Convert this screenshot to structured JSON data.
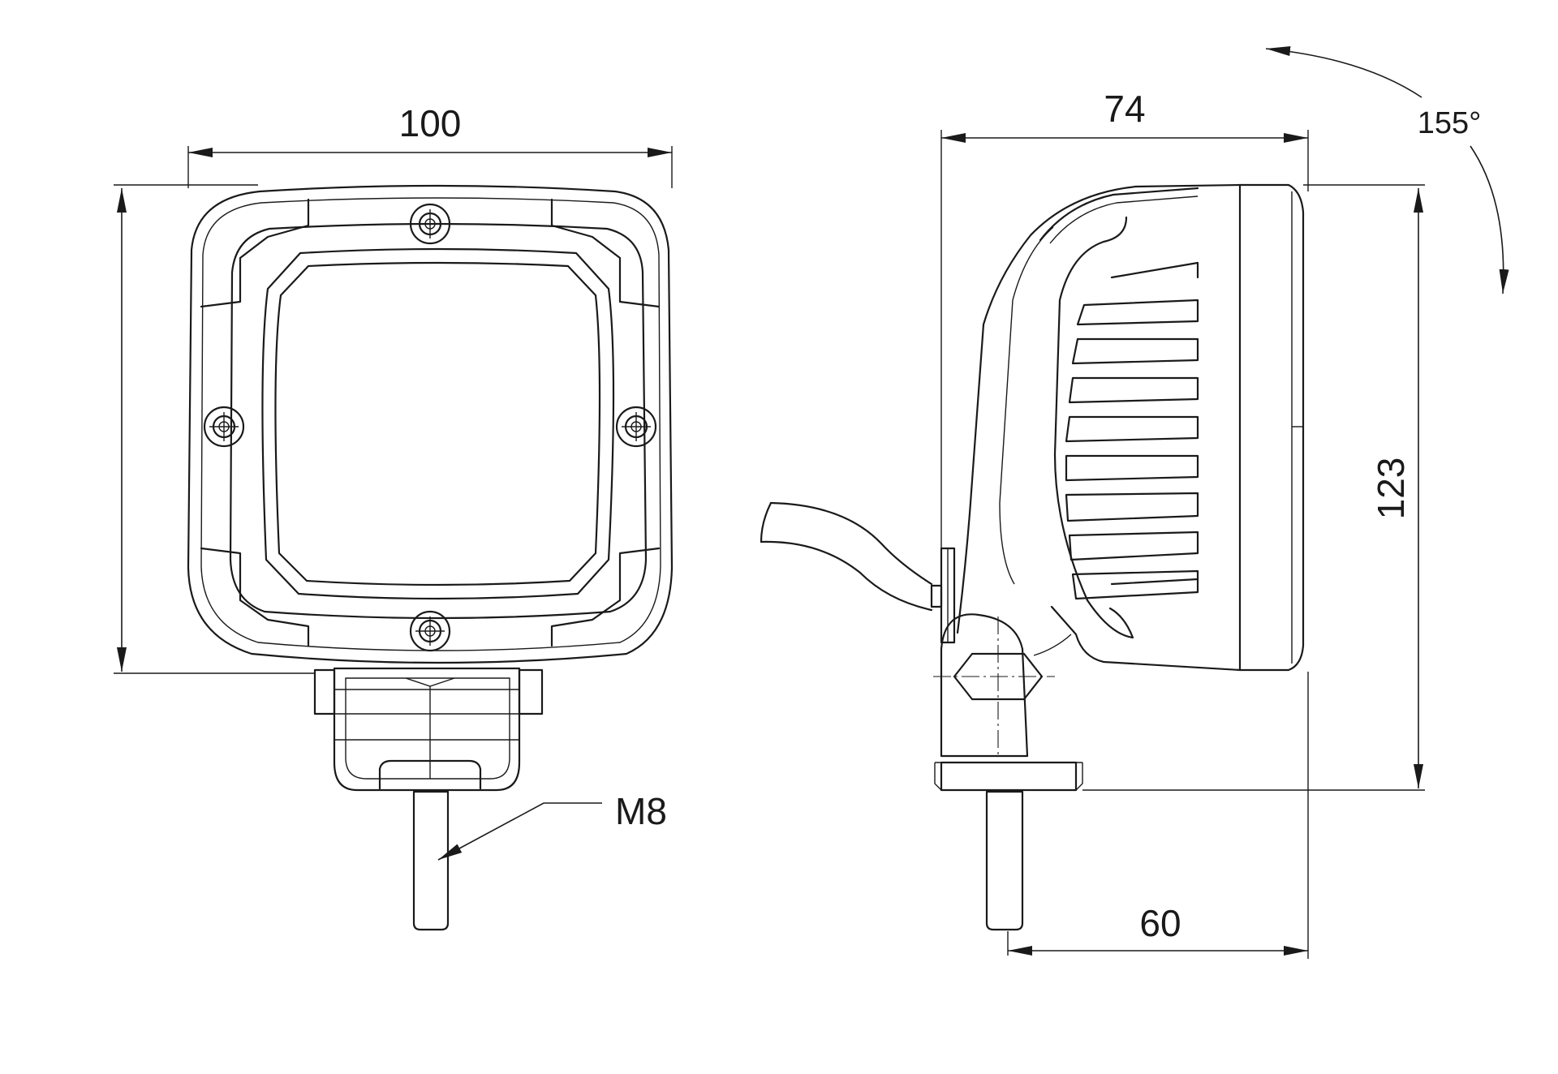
{
  "dimensions": {
    "front_width": "100",
    "side_depth": "74",
    "angle": "155°",
    "height": "123",
    "mount_offset": "60",
    "thread": "M8"
  },
  "colors": {
    "line": "#1a1a1a",
    "background": "#ffffff"
  }
}
